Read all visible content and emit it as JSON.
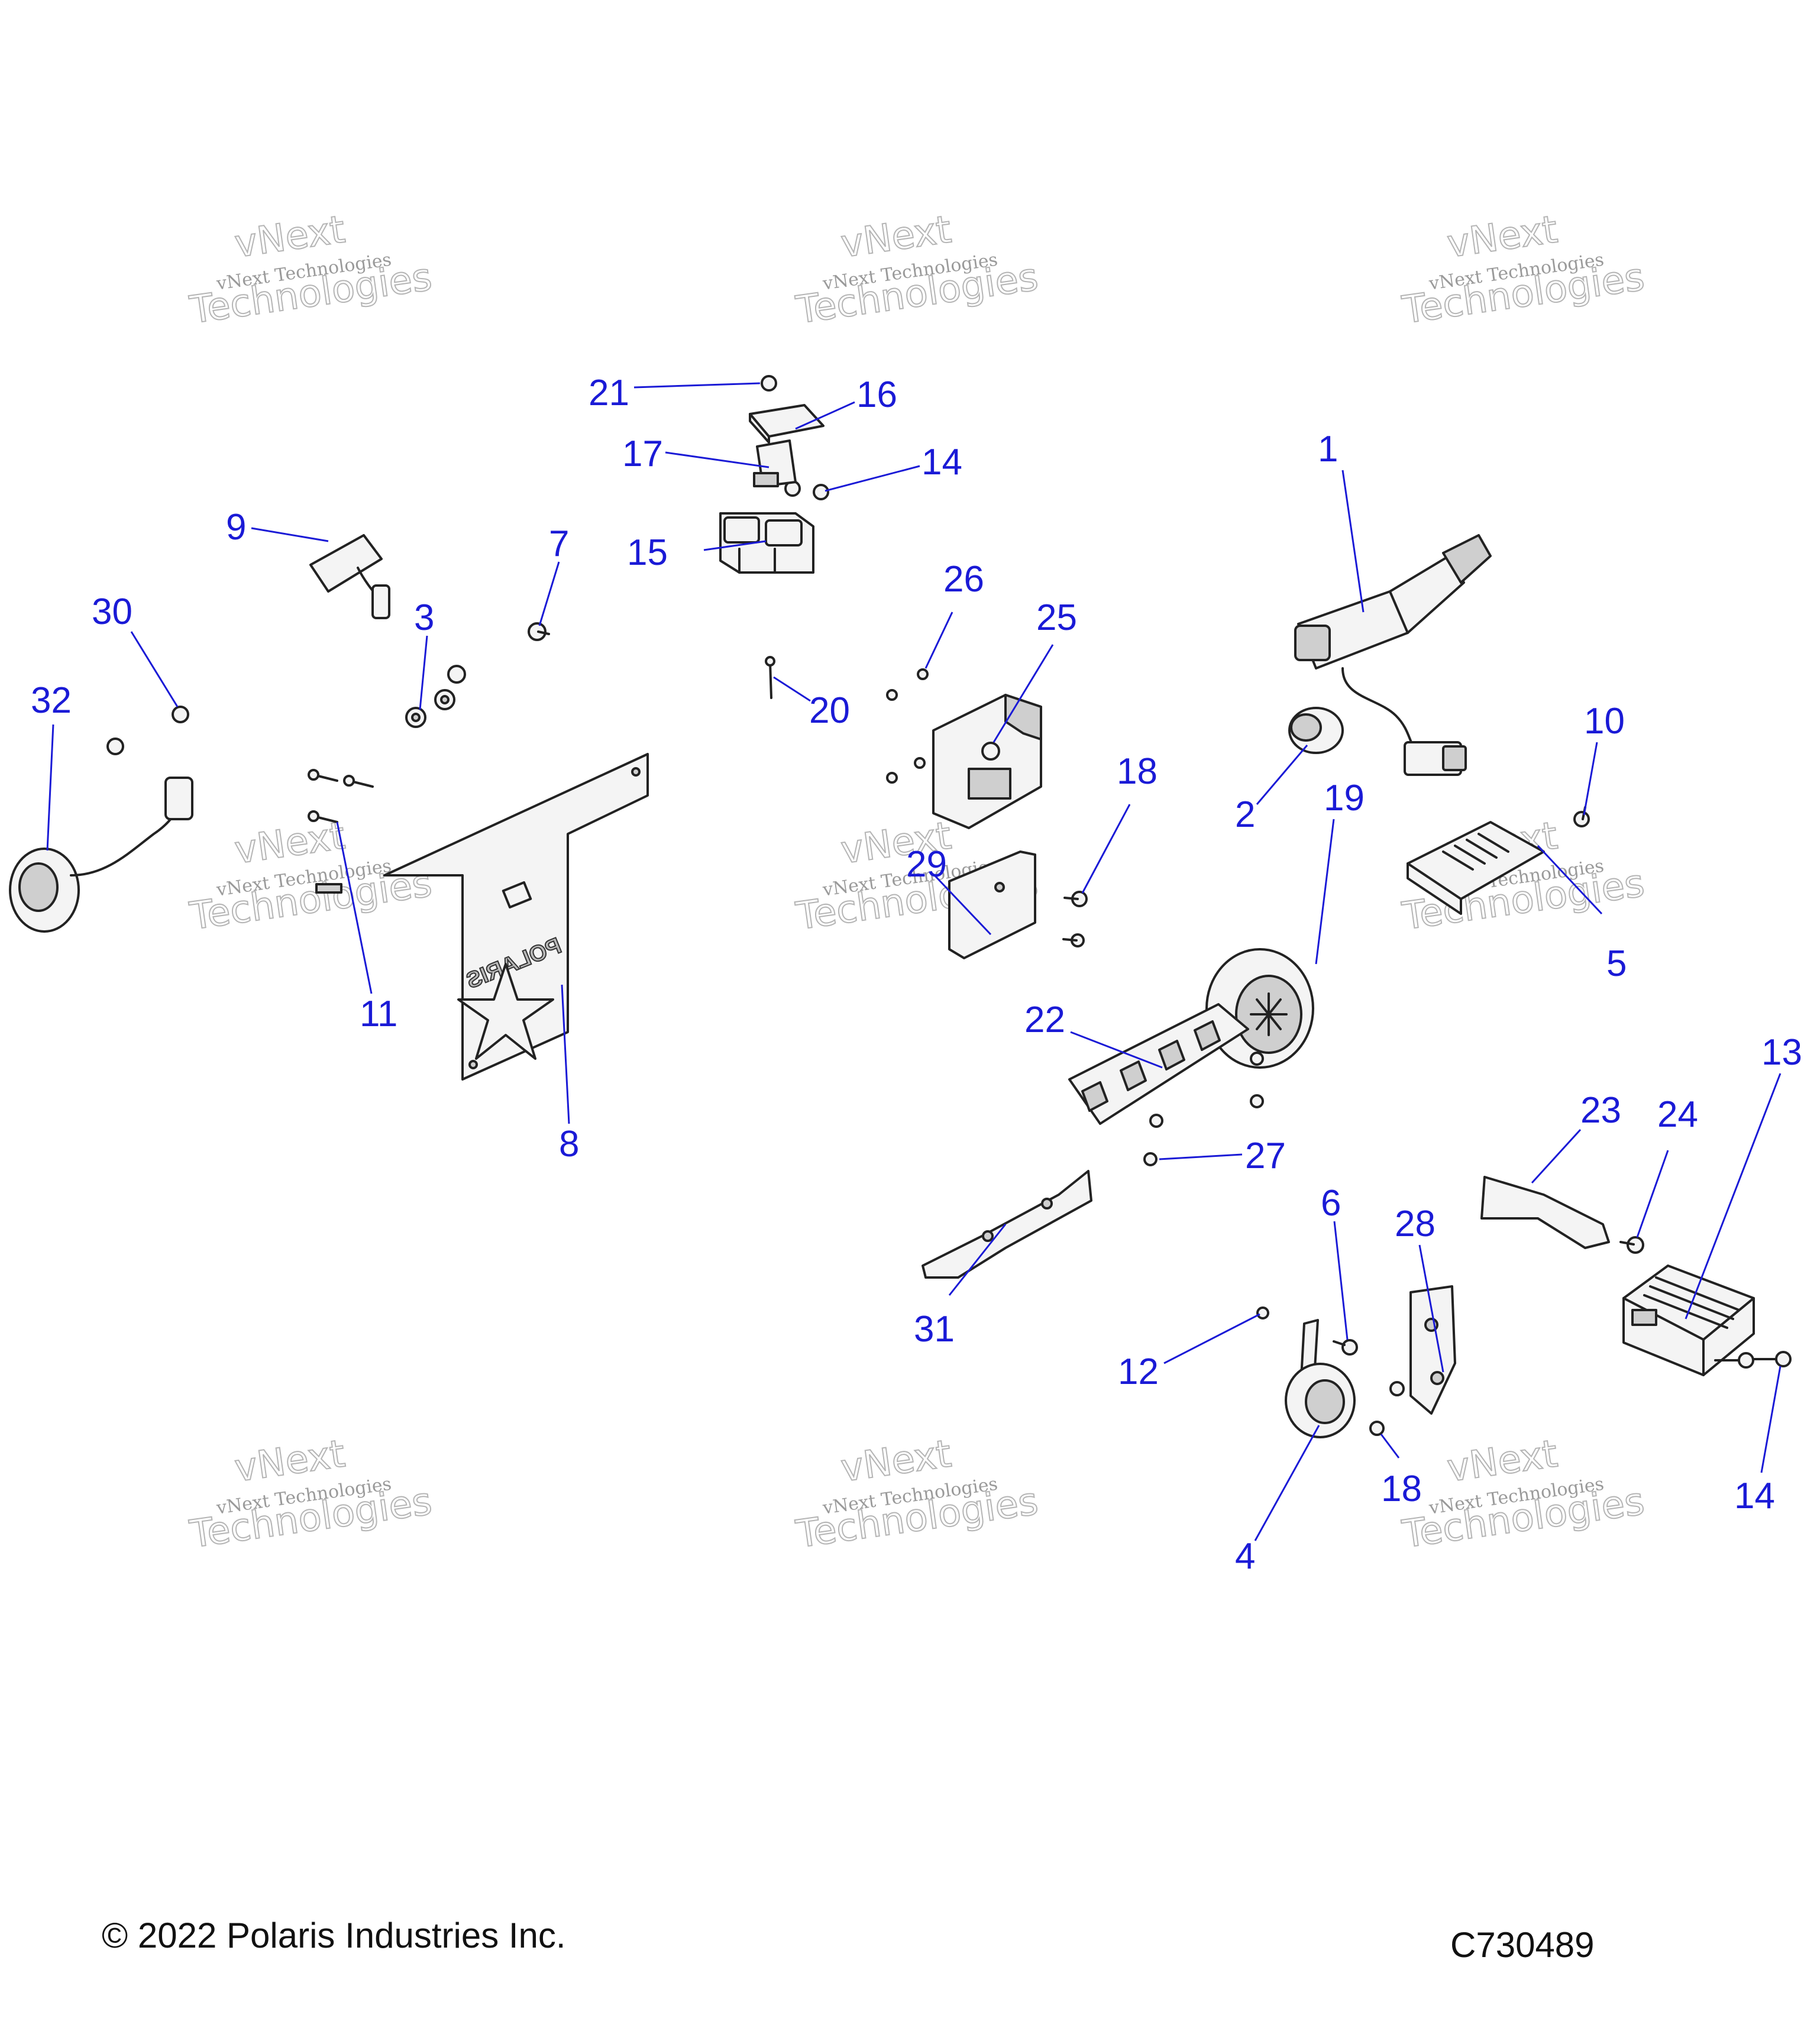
{
  "diagram": {
    "callouts": [
      "1",
      "2",
      "3",
      "4",
      "5",
      "6",
      "7",
      "8",
      "9",
      "10",
      "11",
      "12",
      "13",
      "14",
      "15",
      "16",
      "17",
      "18",
      "19",
      "20",
      "21",
      "22",
      "23",
      "24",
      "25",
      "26",
      "27",
      "28",
      "29",
      "30",
      "31",
      "32",
      "18",
      "14"
    ],
    "plate_brand": "POLARIS"
  },
  "watermark": {
    "line1": "vNext Technologies",
    "outline_word1": "vNext",
    "outline_word2": "Technologies"
  },
  "footer": {
    "copyright": "© 2022 Polaris Industries Inc.",
    "drawing_id": "C730489"
  },
  "colors": {
    "callout": "#1a1ad6",
    "outline": "#222222",
    "watermark": "#9a9a9a"
  }
}
